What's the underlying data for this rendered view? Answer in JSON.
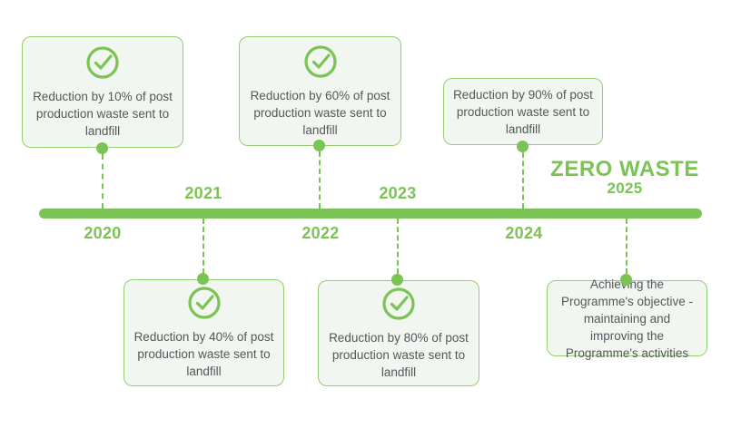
{
  "colors": {
    "accent_green": "#7BC355",
    "card_border": "#97CC74",
    "card_background": "#F2F6F0",
    "body_text": "#54585C"
  },
  "title": {
    "label": "ZERO WASTE",
    "year": "2025"
  },
  "milestones": [
    {
      "year": "2020",
      "position": "above-bar",
      "has_check_icon": true,
      "text": "Reduction by 10% of post production waste sent to landfill"
    },
    {
      "year": "2021",
      "position": "below-bar",
      "has_check_icon": true,
      "text": "Reduction by 40% of post production waste sent to landfill"
    },
    {
      "year": "2022",
      "position": "above-bar",
      "has_check_icon": true,
      "text": "Reduction by 60% of post production waste sent to landfill"
    },
    {
      "year": "2023",
      "position": "below-bar",
      "has_check_icon": true,
      "text": "Reduction by 80% of post production waste sent to landfill"
    },
    {
      "year": "2024",
      "position": "above-bar",
      "has_check_icon": false,
      "text": "Reduction by 90% of post production waste sent to landfill"
    },
    {
      "year": "2025",
      "position": "below-bar",
      "has_check_icon": false,
      "text": "Achieving the Programme's objective - maintaining and improving the Programme's activities"
    }
  ]
}
